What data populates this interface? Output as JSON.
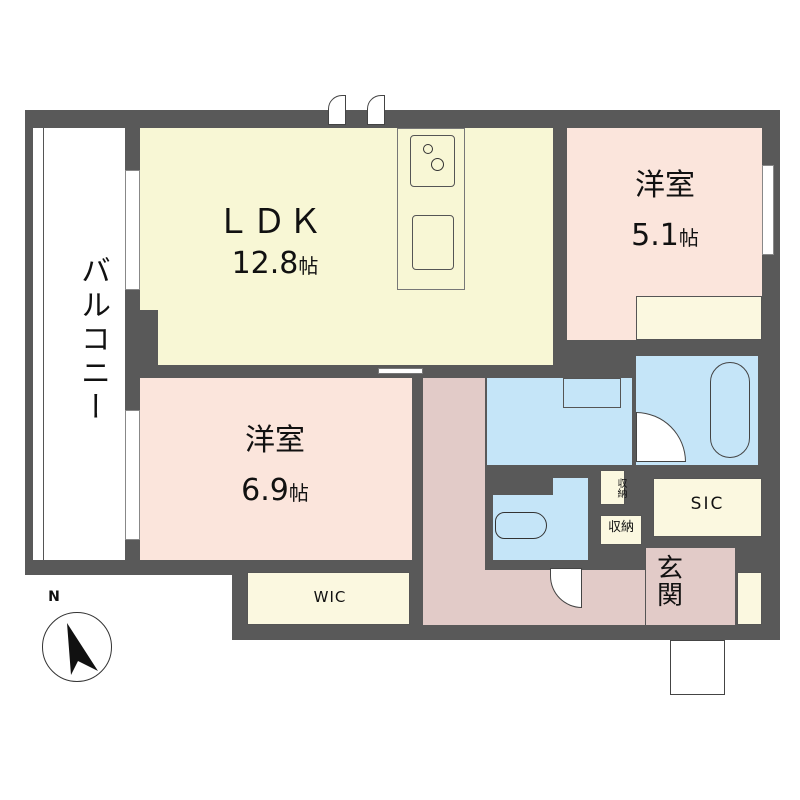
{
  "rooms": {
    "ldk": {
      "name": "ＬＤＫ",
      "size": "12.8",
      "unit": "帖"
    },
    "western_room_1": {
      "name": "洋室",
      "size": "5.1",
      "unit": "帖"
    },
    "western_room_2": {
      "name": "洋室",
      "size": "6.9",
      "unit": "帖"
    },
    "balcony": "バルコニー",
    "wic": "WIC",
    "sic": "SIC",
    "storage_small": "収納",
    "storage": "収納",
    "entrance": "玄関"
  },
  "compass": {
    "label": "N"
  },
  "colors": {
    "wall": "#595959",
    "ldk": "#f8f7d5",
    "bedroom": "#fbe5dc",
    "wet_area": "#c5e5f8",
    "hallway": "#e2cbc8",
    "storage": "#fbf8e0"
  }
}
